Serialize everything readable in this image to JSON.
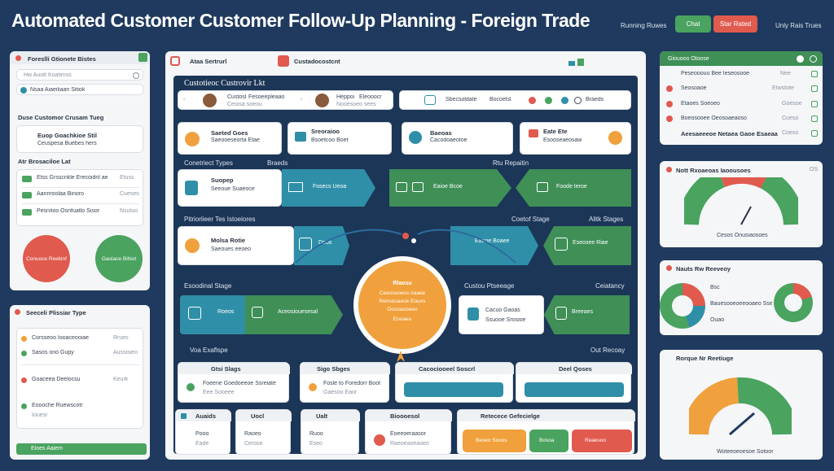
{
  "header": {
    "title": "Automated Customer Customer Follow-Up Planning - Foreign Trade",
    "link_left": "Running Ruwes",
    "btn_green": "Chat",
    "btn_red": "Star Rated",
    "link_right": "Unly Rais Trues"
  },
  "left_top": {
    "title": "Foreslli Gtionete Bistes",
    "search": "Hw Auott Koatimss",
    "subtitle": "Nsaa Aiaeiliaan Sitiok",
    "section": "Duse Customor Crusam Tueg",
    "note_title": "Euop Goachkioe Stil",
    "note_sub": "Ceuspesa Buebes hers",
    "list_title": "Atr Brosaciloe Lat",
    "rows": [
      {
        "label": "Etss Grsscnkle Erecoidnl ae",
        "value": "Etuss"
      },
      {
        "label": "Aannroolaa Binoro",
        "value": "Cueses"
      },
      {
        "label": "Pesnitoo Osnfuatlo Sisor",
        "value": "Nsutuo"
      }
    ],
    "circle_red": "Conuoce Reekinf",
    "circle_green": "Gaoiace Bihiot"
  },
  "left_bottom": {
    "title": "Seeceli Plissiar Type",
    "rows": [
      {
        "label": "Corsseoo Iooaceooiae",
        "value": "Rrues"
      },
      {
        "label": "Sasos ono Gupy",
        "value": "Aussisieo"
      },
      {
        "label": "Goaceea Deelocsu",
        "value": "Keurk"
      },
      {
        "label": "Eoooche Ruewscotr",
        "value": "Iouesr"
      }
    ],
    "button": "Eioes Aaiem"
  },
  "center": {
    "tab_title": "Ataa Sertrurl",
    "tab_sub": "Custadocostcnt",
    "board_title": "Custotieoc Custrovir Lkt",
    "contacts": [
      {
        "name": "Custosl",
        "role": "Fesoeepleaao",
        "sub": "Ceoisa soeou"
      },
      {
        "name": "Heppoi",
        "role": "Eleooocr",
        "sub": "Nooesoeo sees"
      },
      {
        "name": "Sbecsoldate",
        "role": "Bocoelsl",
        "sub": ""
      }
    ],
    "cards": [
      {
        "title": "Saeted Goes",
        "sub": "Saeooeseorta Etae"
      },
      {
        "title": "Sreoraioo",
        "sub": "Bsoetcoo Boet"
      },
      {
        "title": "Baeoas",
        "sub": "Cacodoaeotoe"
      },
      {
        "title": "Eate Ete",
        "sub": "Esooseaeosaw"
      }
    ],
    "contact_types": "Conetriect Types",
    "brands": "Braeds",
    "repeat": "Rtu Repaitin",
    "ct_card": {
      "title": "Suopep",
      "sub": "Seeoue Suaeoce"
    },
    "arrow1": "Fosecs Ueoa",
    "arrow2": "Eaioe Bcoe",
    "arrow3": "Foode Ieroe",
    "priority": "Pitrioriieer Tes Istoeiores",
    "color_stage": "Coetof Stage",
    "multi_stage": "Alitk Stages",
    "pri_card": {
      "title": "Molsa Rotie",
      "sub": "Saeoues eeoeo"
    },
    "arrow4": "Deos",
    "arrow5": "Eaeoe Boaee",
    "arrow6": "Eseosee Riae",
    "hub": {
      "title": "Rlaosu",
      "l1": "Ceeosooeos oaaee",
      "l2": "Rensouaeoe Eouos",
      "l3": "Ooosaooeeo",
      "l4": "Eooaeo"
    },
    "seasonal": "Esoodinal Stage",
    "custom_strategy": "Custou Ptseeage",
    "constancy": "Ceiatancy",
    "seas_arrow1": "Roeos",
    "seas_arrow2": "Aceosiouesesal",
    "cs_card1": "Cacuo Gaoas",
    "cs_card2": "Ssuooe Srosioe",
    "cs_arrow": "Breeaes",
    "voa": "Voa Exaflspe",
    "out_recovery": "Out Recoay",
    "bottom_tabs": [
      {
        "title": "Gtsi Slags",
        "item": "Foeene Goedoeeoe Ssreiate",
        "sub": "Eee Sooeee"
      },
      {
        "title": "Sigo Sbges",
        "item": "Fosle to Foredorr Boot",
        "sub": "Gaesoo Eaor"
      },
      {
        "title": "Cacociooeel Soscrl",
        "item": "",
        "sub": ""
      },
      {
        "title": "Deel Qoses",
        "item": "",
        "sub": ""
      }
    ],
    "footer_cards": [
      {
        "title": "Auaids",
        "sub1": "Pooo",
        "sub2": "Eade"
      },
      {
        "title": "Uocl",
        "sub1": "Raoeo",
        "sub2": "Cerose"
      },
      {
        "title": "Ualt",
        "sub1": "Ruoo",
        "sub2": "Eseo"
      },
      {
        "title": "Bioooesol",
        "sub1": "Eoeeoeraasor",
        "sub2": "Raeoeaoeaoeo"
      }
    ],
    "footer_wide": {
      "title": "Retecece Gefecielge",
      "b1": "Beseo Sooos",
      "b2": "Bosoa",
      "b3": "Reaesoo"
    }
  },
  "right": {
    "list_title": "Giouooo Oloose",
    "list_rows": [
      {
        "label": "Peseooouu Bee Ieseosooe",
        "value": "Nee"
      },
      {
        "label": "Seosoaoe",
        "value": "Etwstote"
      },
      {
        "label": "Etaoes Soeoeo",
        "value": "Goesoe"
      },
      {
        "label": "Boeosooee Oeosoaeaoso",
        "value": "Cueso"
      },
      {
        "label": "Aeesaeeeoe Netaea Gaoe Esaeaa",
        "value": "Coeso"
      }
    ],
    "gauge1_title": "Nott Rxoaeoas Iaoousoes",
    "gauge1_value": "OS",
    "gauge1_label": "Cesos Onusiaosoes",
    "gauge1_level": 0.62,
    "donut_title": "Nauts Rw Reeveoy",
    "donut_legend": [
      "Bsc",
      "Bauesooeoeeooaeo Ssesoeoaoo",
      "Ouao"
    ],
    "gauge2_title": "Rorque Nr Reetiuge",
    "gauge2_label": "Woteeoeoesoe Sotoor",
    "gauge2_level": 0.7
  },
  "colors": {
    "red": "#e05a4e",
    "green": "#4aa35f",
    "teal": "#2f8fa8",
    "orange": "#f0a03c",
    "navy": "#1f3a5e"
  }
}
